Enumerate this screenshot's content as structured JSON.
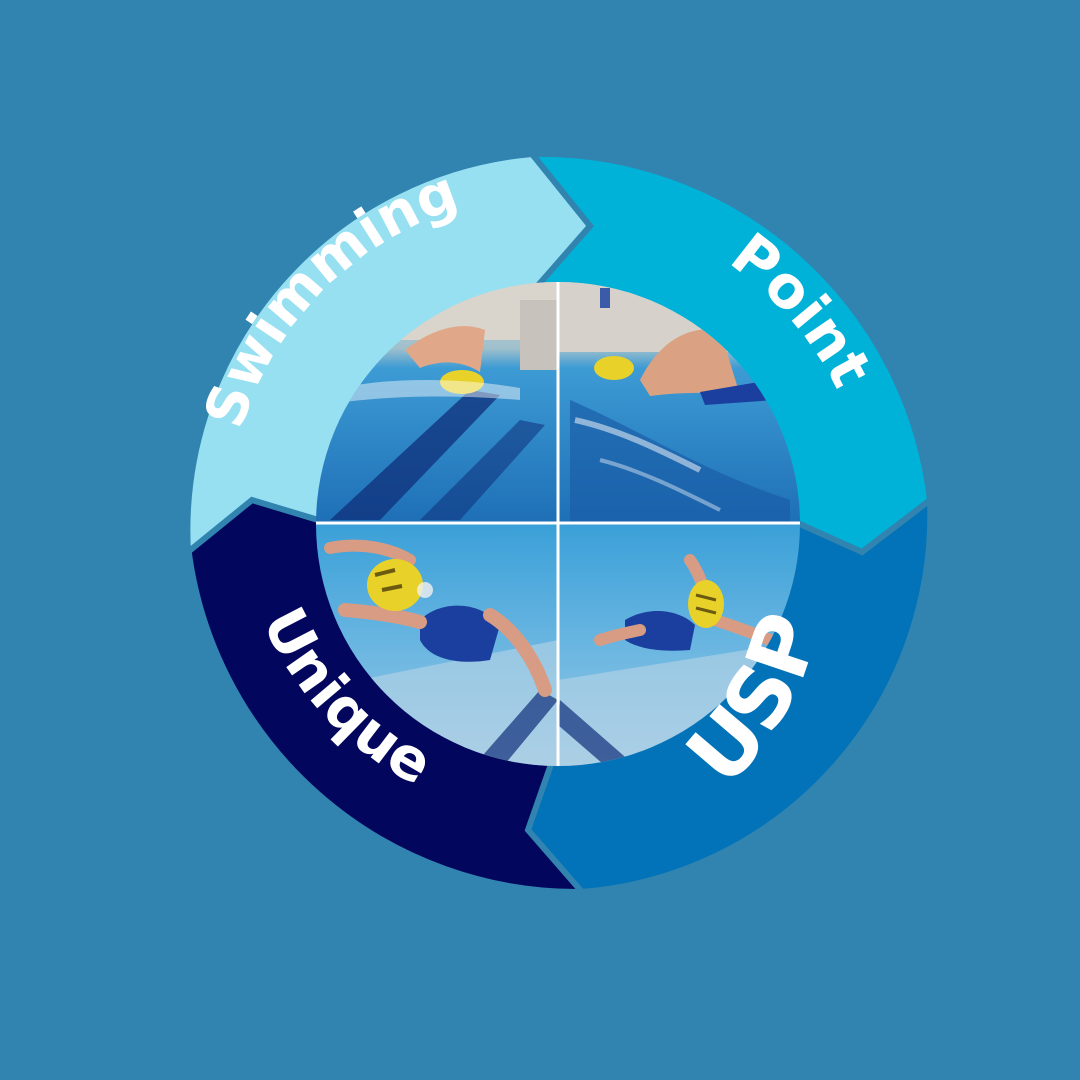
{
  "cycle": {
    "segments": [
      {
        "key": "swimming",
        "label": "Swimming",
        "color": "#97e0f1"
      },
      {
        "key": "point",
        "label": "Point",
        "color": "#00b2d8"
      },
      {
        "key": "usp",
        "label": "USP",
        "color": "#0273b8"
      },
      {
        "key": "unique",
        "label": "Unique",
        "color": "#03065d"
      }
    ]
  },
  "photos": [
    {
      "key": "top-left",
      "subject": "swimmer-yellow-cap-freestyle-surface"
    },
    {
      "key": "top-right",
      "subject": "swimmer-yellow-cap-freestyle-surface"
    },
    {
      "key": "bottom-left",
      "subject": "swimmer-yellow-cap-underwater"
    },
    {
      "key": "bottom-right",
      "subject": "swimmer-yellow-cap-underwater"
    }
  ],
  "colors": {
    "background": "#3184af",
    "water": "#2a8ac8",
    "lane-line": "#0f2f7a",
    "cap": "#e8d22a"
  }
}
